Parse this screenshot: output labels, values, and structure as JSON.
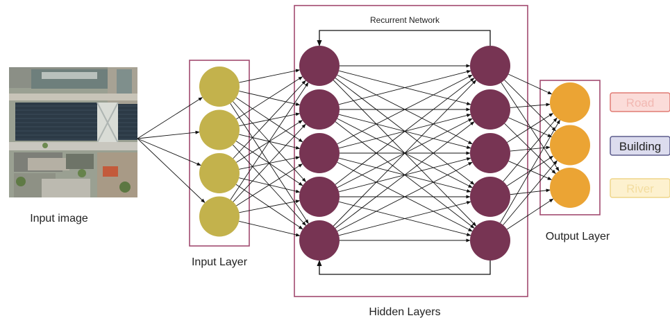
{
  "input_image": {
    "label": "Input image"
  },
  "input_layer": {
    "label": "Input Layer",
    "node_count": 4
  },
  "hidden_layers": {
    "label": "Hidden Layers",
    "recurrent_label": "Recurrent Network",
    "node_count_per_column": 5,
    "columns": 2
  },
  "output_layer": {
    "label": "Output Layer",
    "node_count": 3
  },
  "classes": [
    {
      "text": "Road",
      "fill": "#fbdcd9",
      "stroke": "#e07b74",
      "text_color": "#f2b8b2"
    },
    {
      "text": "Building",
      "fill": "#dcdcee",
      "stroke": "#5b5b8c",
      "text_color": "#222222"
    },
    {
      "text": "River",
      "fill": "#fdf1cf",
      "stroke": "#efd68a",
      "text_color": "#f3dda0"
    }
  ],
  "colors": {
    "input_node": "#c3b24c",
    "hidden_node": "#773453",
    "output_node": "#eba434",
    "frame": "#a24a6f",
    "edge": "#111111"
  }
}
